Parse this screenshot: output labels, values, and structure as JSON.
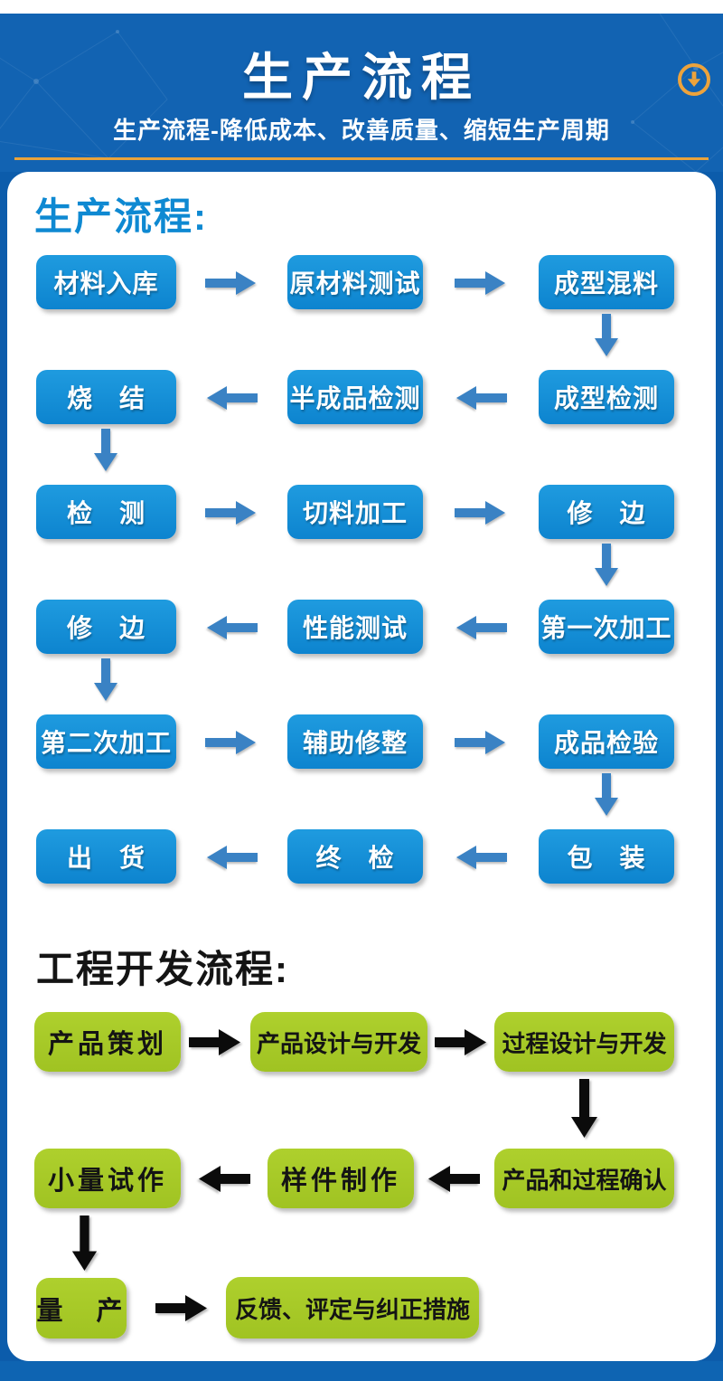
{
  "header": {
    "title": "生产流程",
    "subtitle": "生产流程-降低成本、改善质量、缩短生产周期",
    "download_icon": "circle-down-arrow"
  },
  "colors": {
    "header_bg": "#1263b2",
    "page_bg": "#0c5cab",
    "footer_bar": "#0e64b2",
    "card_bg": "#ffffff",
    "gold_accent": "#e8a33c",
    "flow_heading": "#0e89d2",
    "flow_box_top": "#1f9bdf",
    "flow_box_bottom": "#0d84cf",
    "flow_arrow": "#3a82c4",
    "dev_box": "#a8ca28",
    "dev_text": "#141414",
    "dev_arrow": "#0b0b0b"
  },
  "production_flow": {
    "heading": "生产流程:",
    "rows": [
      {
        "direction": "right",
        "cells": [
          "材料入库",
          "原材料测试",
          "成型混料"
        ]
      },
      {
        "direction": "left",
        "cells": [
          "烧　结",
          "半成品检测",
          "成型检测"
        ]
      },
      {
        "direction": "right",
        "cells": [
          "检　测",
          "切料加工",
          "修　边"
        ]
      },
      {
        "direction": "left",
        "cells": [
          "修　边",
          "性能测试",
          "第一次加工"
        ]
      },
      {
        "direction": "right",
        "cells": [
          "第二次加工",
          "辅助修整",
          "成品检验"
        ]
      },
      {
        "direction": "left",
        "cells": [
          "出　货",
          "终　检",
          "包　装"
        ]
      }
    ]
  },
  "development_flow": {
    "heading": "工程开发流程:",
    "rows": [
      {
        "direction": "right",
        "cells": [
          "产品策划",
          "产品设计与开发",
          "过程设计与开发"
        ]
      },
      {
        "direction": "left",
        "cells": [
          "小量试作",
          "样件制作",
          "产品和过程确认"
        ]
      },
      {
        "direction": "right",
        "cells": [
          "量　产",
          "反馈、评定与纠正措施"
        ]
      }
    ]
  }
}
